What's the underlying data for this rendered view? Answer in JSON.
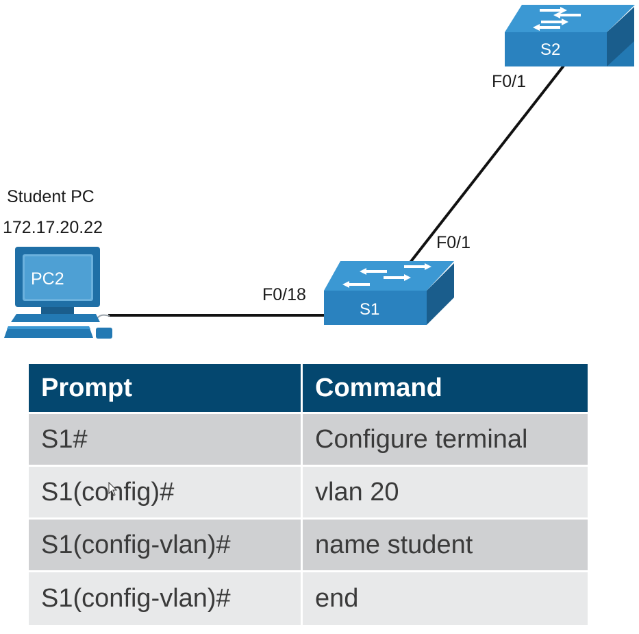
{
  "topology": {
    "pc": {
      "name": "Student PC",
      "ip": "172.17.20.22",
      "screen_label": "PC2"
    },
    "switches": [
      {
        "id": "S1",
        "label": "S1"
      },
      {
        "id": "S2",
        "label": "S2"
      }
    ],
    "links": [
      {
        "from": "PC2",
        "to": "S1",
        "to_port": "F0/18"
      },
      {
        "from": "S1",
        "from_port": "F0/1",
        "to": "S2",
        "to_port": "F0/1"
      }
    ],
    "port_labels": {
      "s1_pc": "F0/18",
      "s1_uplink": "F0/1",
      "s2_uplink": "F0/1"
    },
    "colors": {
      "device_blue": "#2379b3",
      "device_top": "#2f8fcb",
      "device_dark": "#1a5d8c",
      "link": "#111111"
    }
  },
  "table": {
    "headers": [
      "Prompt",
      "Command"
    ],
    "rows": [
      [
        "S1#",
        "Configure terminal"
      ],
      [
        "S1(config)#",
        "vlan 20"
      ],
      [
        "S1(config-vlan)#",
        "name student"
      ],
      [
        "S1(config-vlan)#",
        "end"
      ]
    ],
    "colors": {
      "header_bg": "#04476f",
      "row_dark": "#cfd0d2",
      "row_light": "#e8e9ea"
    }
  }
}
